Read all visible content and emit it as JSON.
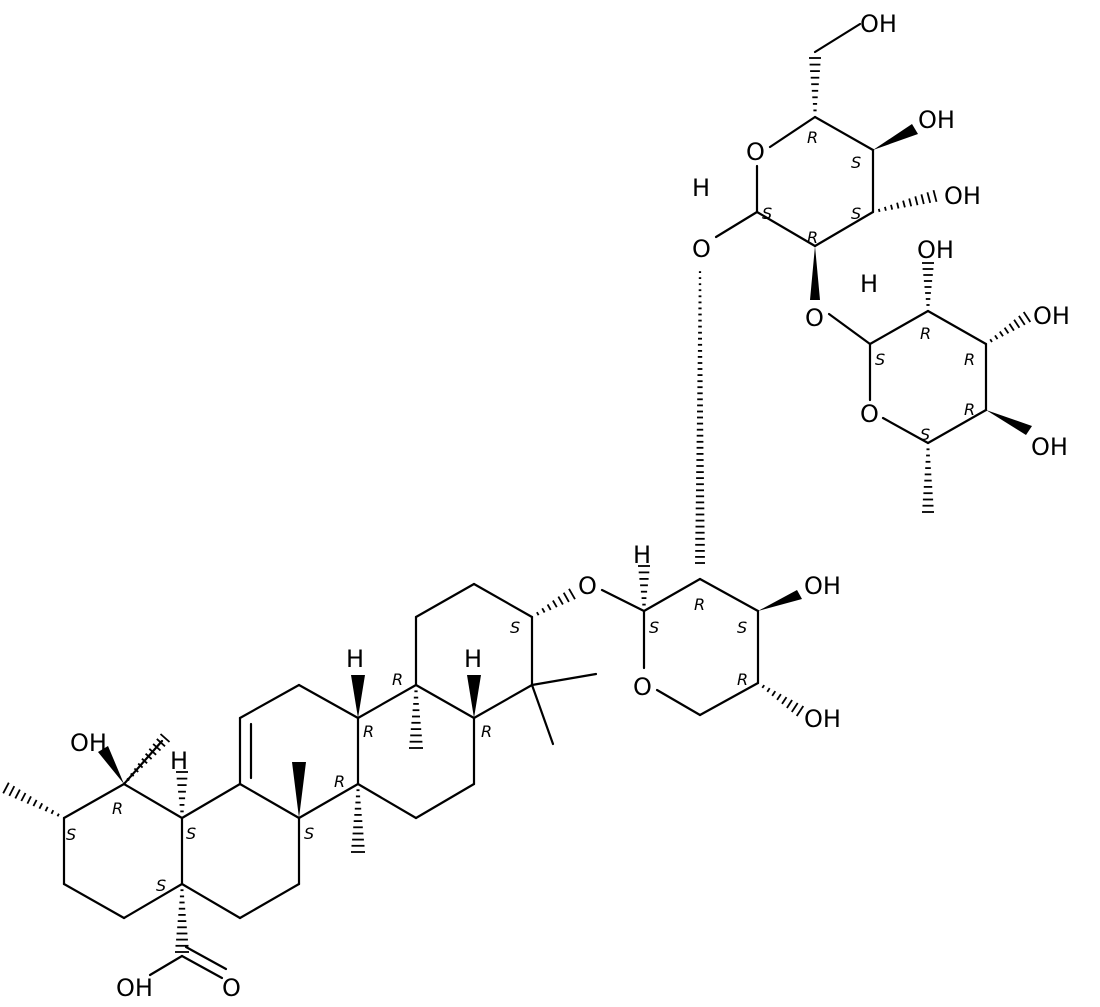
{
  "atoms": {
    "oh_sugar_top": "OH",
    "oh_sugar_4": "OH",
    "oh_sugar_3": "OH",
    "o_ring_glc": "O",
    "h_glc_anomeric": "H",
    "o_link_glc": "O",
    "o_link_rha": "O",
    "h_rha_anomeric": "H",
    "oh_rha_2": "OH",
    "oh_rha_3": "OH",
    "oh_rha_4": "OH",
    "o_ring_rha": "O",
    "h_ara_anomeric": "H",
    "o_glycosidic": "O",
    "oh_ara_3": "OH",
    "o_ring_ara": "O",
    "oh_ara_4": "OH",
    "h_c18": "H",
    "h_c9": "H",
    "oh_c19": "OH",
    "h_c5": "H",
    "oh_acid": "OH",
    "o_acid": "O"
  },
  "stereo_labels": {
    "glc_c5": "R",
    "glc_c4": "S",
    "glc_c3": "S",
    "glc_c1": "S",
    "glc_c2": "R",
    "rha_c2": "R",
    "rha_c3": "R",
    "rha_c1": "S",
    "rha_c4": "R",
    "rha_c5": "S",
    "ara_c2": "R",
    "ara_c1": "S",
    "ara_c3": "S",
    "ara_c4": "R",
    "c3": "S",
    "c10": "R",
    "c9": "R",
    "c5": "R",
    "c8": "R",
    "c14": "S",
    "c19": "R",
    "c20": "S",
    "c18": "S",
    "c17": "S"
  }
}
